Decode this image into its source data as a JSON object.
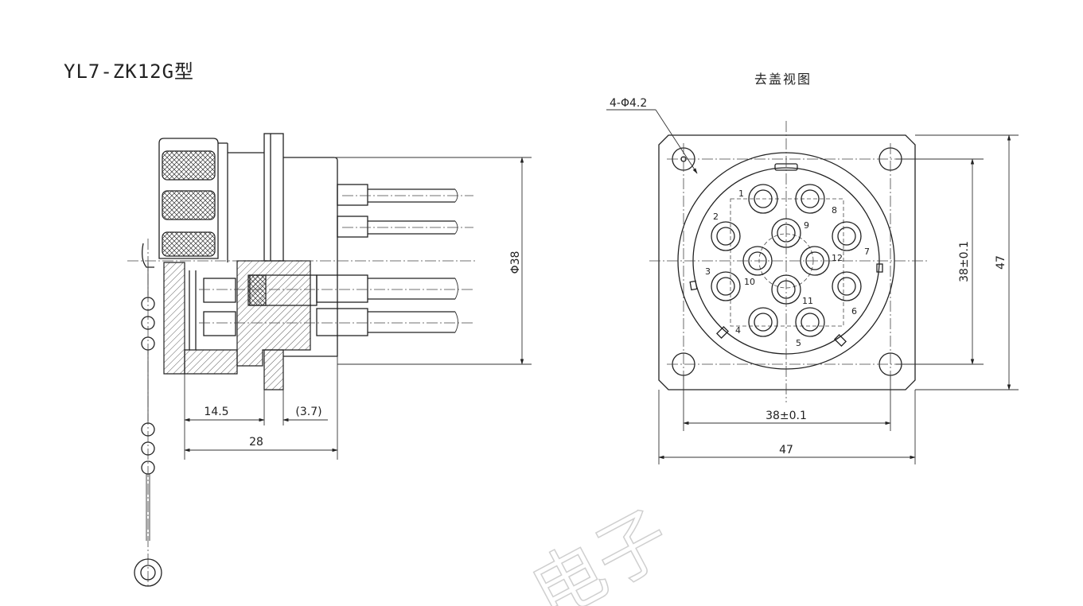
{
  "title": "YL7-ZK12G型",
  "front_view": {
    "title": "去盖视图",
    "hole_callout": "4-Φ4.2",
    "dim_pitch_vertical": "38±0.1",
    "dim_overall_vertical": "47",
    "dim_pitch_horizontal": "38±0.1",
    "dim_overall_horizontal": "47",
    "pin_labels": [
      "1",
      "2",
      "3",
      "4",
      "5",
      "6",
      "7",
      "8",
      "9",
      "10",
      "11",
      "12"
    ]
  },
  "side_view": {
    "dim_diameter": "Φ38",
    "dim_a": "14.5",
    "dim_b": "(3.7)",
    "dim_total": "28"
  },
  "watermark": "电子"
}
